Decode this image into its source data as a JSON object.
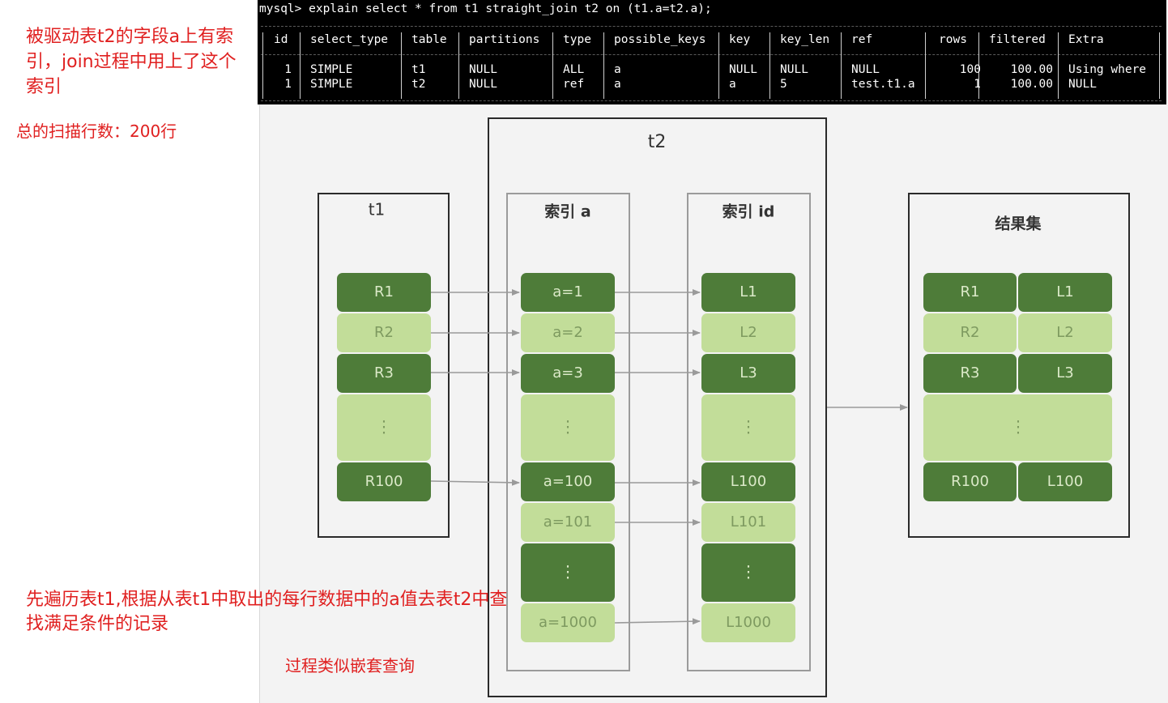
{
  "notes": {
    "index_note": "被驱动表t2的字段a上有索引，join过程中用上了这个索引",
    "scan_note": "总的扫描行数：200行",
    "traverse_note": "先遍历表t1,根据从表t1中取出的每行数据中的a值去表t2中查找满足条件的记录",
    "nested_note": "过程类似嵌套查询"
  },
  "terminal": {
    "command": "mysql> explain select * from t1 straight_join t2 on (t1.a=t2.a);",
    "columns": [
      "id",
      "select_type",
      "table",
      "partitions",
      "type",
      "possible_keys",
      "key",
      "key_len",
      "ref",
      "rows",
      "filtered",
      "Extra"
    ],
    "rows": [
      [
        "1",
        "SIMPLE",
        "t1",
        "NULL",
        "ALL",
        "a",
        "NULL",
        "NULL",
        "NULL",
        "100",
        "100.00",
        "Using where"
      ],
      [
        "1",
        "SIMPLE",
        "t2",
        "NULL",
        "ref",
        "a",
        "a",
        "5",
        "test.t1.a",
        "1",
        "100.00",
        "NULL"
      ]
    ]
  },
  "diagram": {
    "t1_title": "t1",
    "t2_title": "t2",
    "index_a_title": "索引 a",
    "index_id_title": "索引 id",
    "result_title": "结果集",
    "t1_cells": [
      "R1",
      "R2",
      "R3",
      "⋮",
      "R100"
    ],
    "index_a_cells": [
      "a=1",
      "a=2",
      "a=3",
      "⋮",
      "a=100",
      "a=101",
      "⋮",
      "a=1000"
    ],
    "index_id_cells": [
      "L1",
      "L2",
      "L3",
      "⋮",
      "L100",
      "L101",
      "⋮",
      "L1000"
    ],
    "result_left": [
      "R1",
      "R2",
      "R3",
      "⋮",
      "R100"
    ],
    "result_right": [
      "L1",
      "L2",
      "L3",
      "",
      "L100"
    ],
    "colors": {
      "dark_green": "#4e7c39",
      "light_green": "#c2dd99",
      "dark_text": "#dbe9c8",
      "light_text": "#7e9a60",
      "arrow": "#9a9a9a",
      "note_red": "#e02020"
    }
  }
}
